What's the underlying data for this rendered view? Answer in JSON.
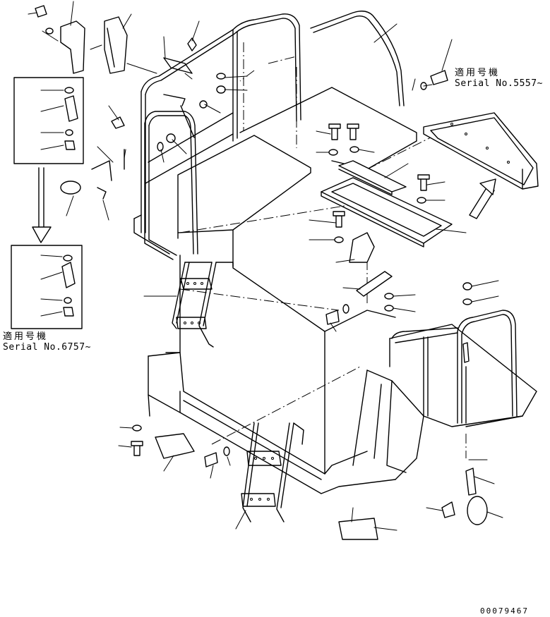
{
  "notes": [
    {
      "line1": "適用号機",
      "line2": "Serial No.5557~"
    },
    {
      "line1": "適用号機",
      "line2": "Serial No.6757~"
    }
  ],
  "drawing_code": "00079467"
}
